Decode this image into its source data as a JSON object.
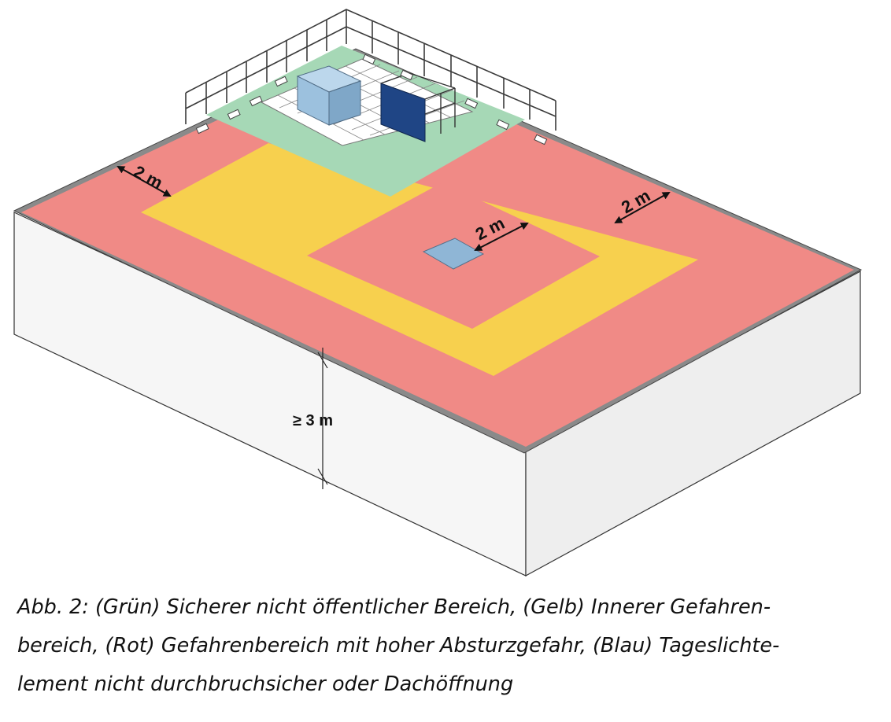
{
  "figure": {
    "dimensions": {
      "left_margin": "2 m",
      "right_margin": "2 m",
      "skylight_margin": "2 m",
      "height": "≥ 3 m"
    },
    "colors": {
      "green_zone": "#a6d8b6",
      "yellow_zone": "#f7d04e",
      "red_zone": "#f08a86",
      "skylight": "#8fb6d6",
      "hvac_unit": "#9cc1de",
      "panel": "#1f4585",
      "wall_front": "#f6f6f6",
      "parapet": "#8a8a8a"
    }
  },
  "caption": {
    "line1": "Abb. 2: (Grün) Sicherer nicht öffentlicher Bereich, (Gelb) Innerer Gefahren-",
    "line2": "bereich, (Rot) Gefahrenbereich mit hoher Absturzgefahr, (Blau) Tageslichte-",
    "line3": "lement nicht durchbruchsicher oder Dachöffnung"
  }
}
